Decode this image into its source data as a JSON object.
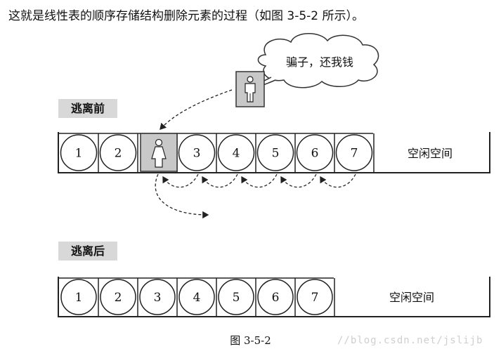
{
  "intro_text": "这就是线性表的顺序存储结构删除元素的过程（如图 3-5-2 所示）。",
  "speech_bubble": "骗子，还我钱",
  "before": {
    "label": "逃离前",
    "cells": [
      "1",
      "2",
      "",
      "3",
      "4",
      "5",
      "6",
      "7"
    ],
    "free_space": "空闲空间"
  },
  "after": {
    "label": "逃离后",
    "cells": [
      "1",
      "2",
      "3",
      "4",
      "5",
      "6",
      "7"
    ],
    "free_space": "空闲空间"
  },
  "caption": "图 3-5-2",
  "watermark": "//blog.csdn.net/jslijb",
  "icons": {
    "man": "man-icon",
    "woman": "woman-icon"
  }
}
